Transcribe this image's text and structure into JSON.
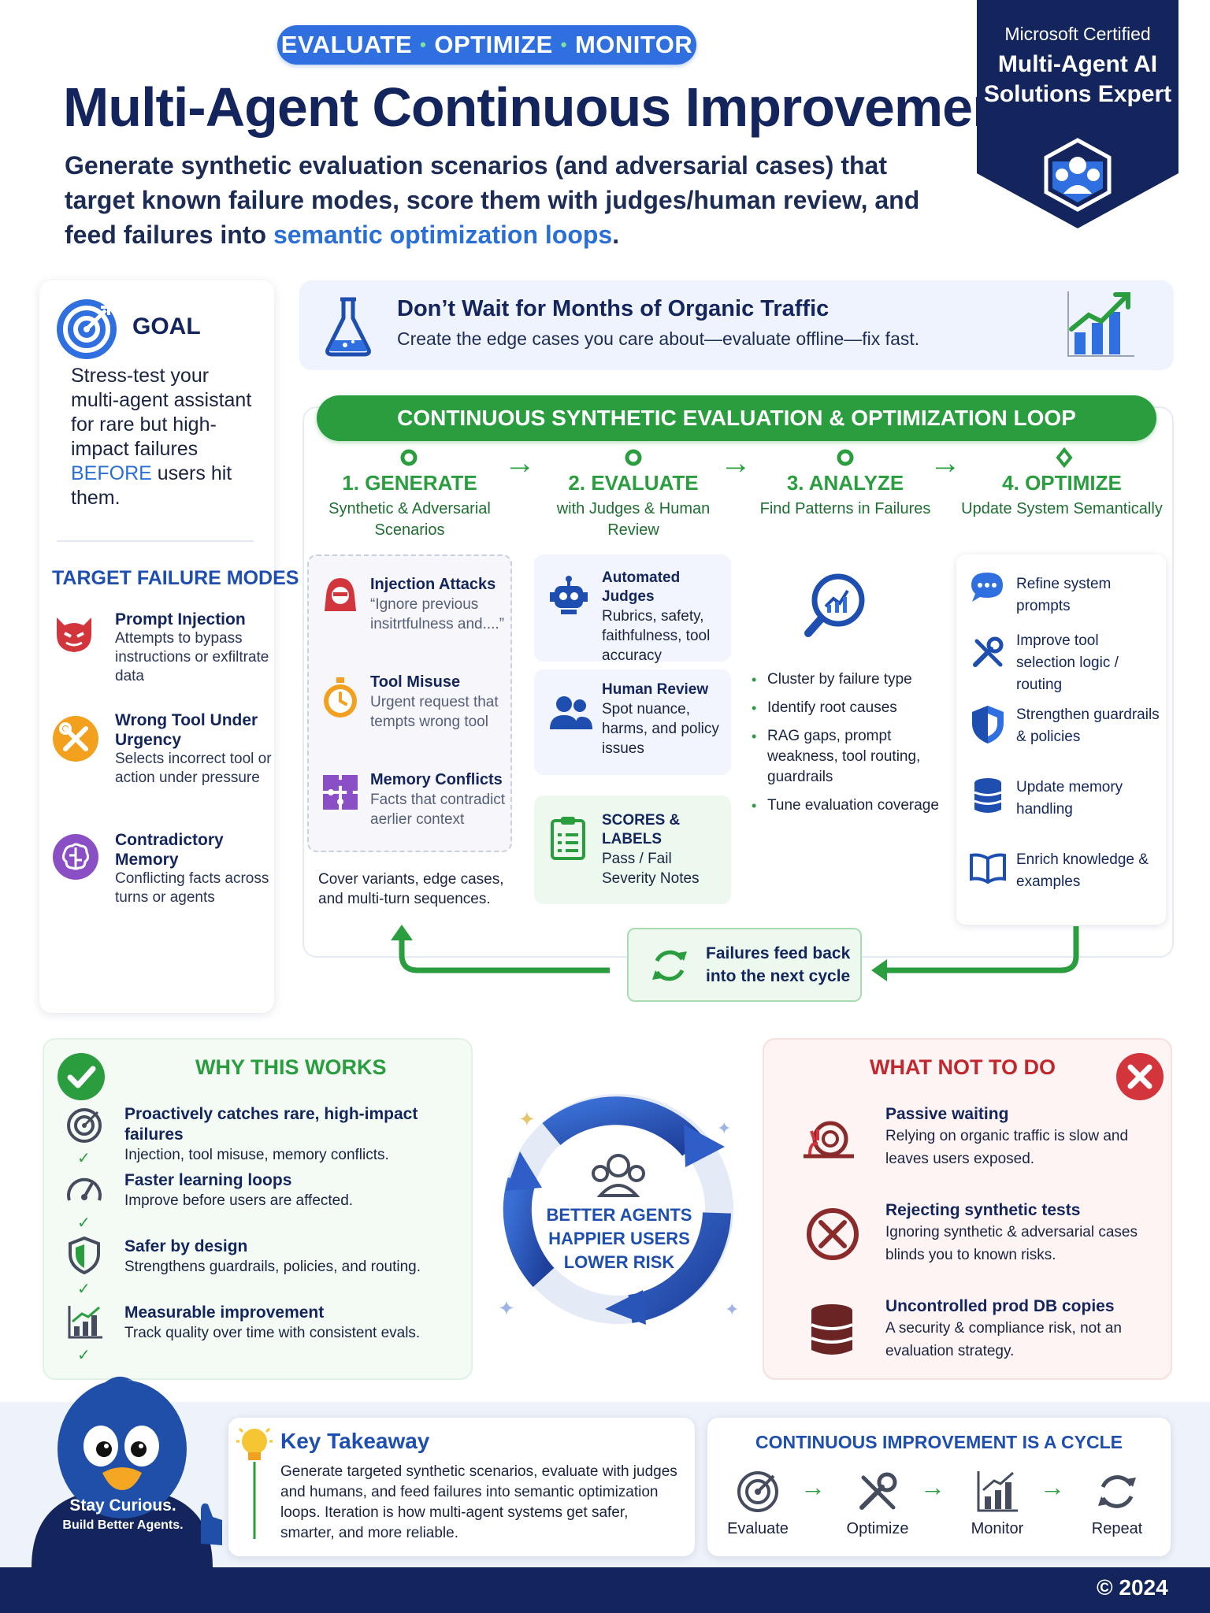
{
  "header": {
    "pill": [
      "EVALUATE",
      "OPTIMIZE",
      "MONITOR"
    ],
    "pill_sep": "•",
    "title": "Multi-Agent Continuous Improvement",
    "subtitle_pre": "Generate synthetic evaluation scenarios (and adversarial cases) that target known failure modes, score them with judges/human review, and feed failures into ",
    "subtitle_highlight": "semantic optimization loops",
    "subtitle_post": "."
  },
  "badge": {
    "line1": "Microsoft Certified",
    "line2": "Multi-Agent AI",
    "line3": "Solutions Expert"
  },
  "goal": {
    "title": "GOAL",
    "text_pre": "Stress-test your multi-agent assistant for rare but high-impact failures ",
    "text_highlight": "BEFORE",
    "text_post": " users hit them."
  },
  "failure_modes": {
    "title": "TARGET FAILURE MODES",
    "items": [
      {
        "title": "Prompt Injection",
        "desc": "Attempts to bypass instructions or exfiltrate data"
      },
      {
        "title": "Wrong Tool Under Urgency",
        "desc": "Selects incorrect tool or action under pressure"
      },
      {
        "title": "Contradictory Memory",
        "desc": "Conflicting facts across turns or agents"
      }
    ]
  },
  "banner": {
    "title": "Don’t Wait for Months of Organic Traffic",
    "desc": "Create the edge cases you care about—evaluate offline—fix fast."
  },
  "loop": {
    "title": "CONTINUOUS SYNTHETIC EVALUATION & OPTIMIZATION LOOP",
    "steps": [
      {
        "title": "1. GENERATE",
        "sub": "Synthetic & Adversarial Scenarios"
      },
      {
        "title": "2. EVALUATE",
        "sub": "with Judges & Human Review"
      },
      {
        "title": "3. ANALYZE",
        "sub": "Find Patterns in Failures"
      },
      {
        "title": "4. OPTIMIZE",
        "sub": "Update System Semantically"
      }
    ],
    "generate_items": [
      {
        "title": "Injection Attacks",
        "desc": "“Ignore previous insitrtfulness and....”"
      },
      {
        "title": "Tool Misuse",
        "desc": "Urgent request that tempts wrong tool"
      },
      {
        "title": "Memory Conflicts",
        "desc": "Facts that contradict aerlier context"
      }
    ],
    "generate_footer": "Cover variants, edge cases, and multi-turn sequences.",
    "evaluate_items": [
      {
        "title": "Automated Judges",
        "desc": "Rubrics, safety, faithfulness, tool accuracy"
      },
      {
        "title": "Human Review",
        "desc": "Spot nuance, harms, and policy issues"
      },
      {
        "title": "SCORES & LABELS",
        "desc": "Pass / Fail Severity Notes"
      }
    ],
    "analyze_items": [
      "Cluster by failure type",
      "Identify root causes",
      "RAG gaps, prompt weakness, tool routing, guardrails",
      "Tune evaluation coverage"
    ],
    "optimize_items": [
      "Refine system prompts",
      "Improve tool selection logic / routing",
      "Strengthen guardrails & policies",
      "Update memory handling",
      "Enrich knowledge & examples"
    ],
    "feedback": "Failures feed back into the next cycle"
  },
  "why": {
    "title": "WHY THIS WORKS",
    "items": [
      {
        "title": "Proactively catches rare, high-impact failures",
        "desc": "Injection, tool misuse, memory conflicts."
      },
      {
        "title": "Faster learning loops",
        "desc": "Improve before users are affected."
      },
      {
        "title": "Safer by design",
        "desc": "Strengthens guardrails, policies, and routing."
      },
      {
        "title": "Measurable improvement",
        "desc": "Track quality over time with consistent evals."
      }
    ]
  },
  "center": {
    "lines": [
      "BETTER AGENTS",
      "HAPPIER USERS",
      "LOWER RISK"
    ]
  },
  "what_not": {
    "title": "WHAT NOT TO DO",
    "items": [
      {
        "title": "Passive waiting",
        "desc": "Relying on organic traffic is slow and leaves users exposed."
      },
      {
        "title": "Rejecting synthetic tests",
        "desc": "Ignoring synthetic & adversarial cases blinds you to known risks."
      },
      {
        "title": "Uncontrolled prod DB copies",
        "desc": "A security & compliance risk, not an evaluation strategy."
      }
    ]
  },
  "takeaway": {
    "title": "Key Takeaway",
    "text": "Generate targeted synthetic scenarios, evaluate with judges and humans, and feed failures into semantic optimization loops. Iteration is how multi-agent systems get safer, smarter, and more reliable."
  },
  "cycle": {
    "title": "CONTINUOUS IMPROVEMENT IS A CYCLE",
    "items": [
      "Evaluate",
      "Optimize",
      "Monitor",
      "Repeat"
    ]
  },
  "mascot": {
    "line1": "Stay Curious.",
    "line2": "Build Better Agents."
  },
  "footer": {
    "copyright": "© 2024"
  },
  "colors": {
    "navy": "#13255c",
    "blue": "#2f6fe0",
    "green": "#2a9d3f",
    "red": "#c0282d"
  }
}
